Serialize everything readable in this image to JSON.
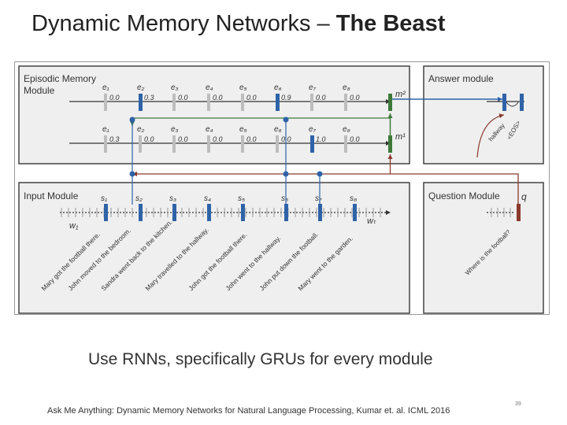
{
  "slide": {
    "title_main": "Dynamic Memory Networks – ",
    "title_bold": "The Beast",
    "caption": "Use RNNs, specifically GRUs for every module",
    "reference": "Ask Me Anything: Dynamic Memory Networks for Natural Language Processing, Kumar et. al. ICML 2016",
    "page_number": "39"
  },
  "diagram": {
    "episodic_label_1": "Episodic Memory",
    "episodic_label_2": "Module",
    "answer_label": "Answer module",
    "input_label": "Input Module",
    "question_label": "Question Module",
    "e_labels": [
      "e₁",
      "e₂",
      "e₃",
      "e₄",
      "e₅",
      "e₆",
      "e₇",
      "e₈"
    ],
    "gates_top": [
      "0.0",
      "0.3",
      "0.0",
      "0.0",
      "0.0",
      "0.9",
      "0.0",
      "0.0"
    ],
    "gates_bottom": [
      "0.3",
      "0.0",
      "0.0",
      "0.0",
      "0.0",
      "0.0",
      "1.0",
      "0.0"
    ],
    "m2_label": "m²",
    "m1_label": "m¹",
    "s_labels": [
      "s₁",
      "s₂",
      "s₃",
      "s₄",
      "s₅",
      "s₆",
      "s₇",
      "s₈"
    ],
    "w1_label": "w₁",
    "wt_label": "wₜ",
    "q_label": "q",
    "sentences": [
      "Mary got the football there.",
      "John moved to the bedroom.",
      "Sandra went back to the kitchen.",
      "Mary travelled to the hallway.",
      "John got the football there.",
      "John went to the hallway.",
      "John put down the football.",
      "Mary went to the garden."
    ],
    "answer_words": [
      "hallway",
      "<EOS>"
    ],
    "question_text": "Where is the football?"
  },
  "colors": {
    "blue": "#2f63a8",
    "green": "#3d7a3a",
    "red": "#8b3a2e",
    "box_bg": "#efefef",
    "frame": "#444444"
  }
}
